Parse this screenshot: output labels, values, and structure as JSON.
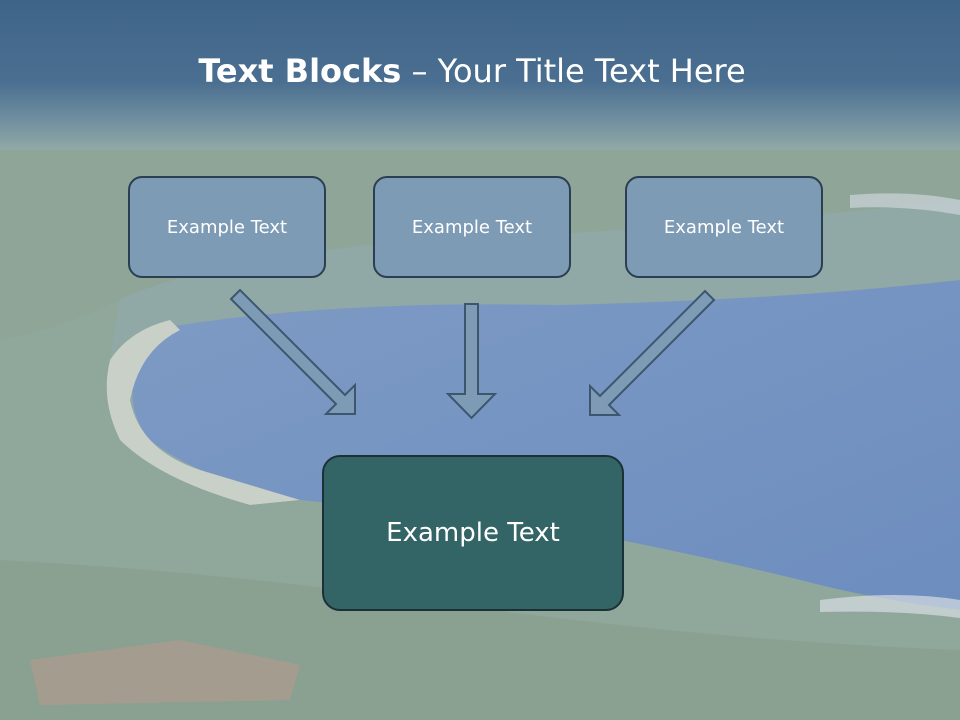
{
  "slide": {
    "title_bold": "Text Blocks",
    "title_rest": " – Your Title Text Here"
  },
  "diagram": {
    "top_boxes": [
      "Example Text",
      "Example Text",
      "Example Text"
    ],
    "bottom_box": "Example Text"
  },
  "colors": {
    "title_bar": "#3e6488",
    "top_box_fill": "#7d9bb5",
    "bottom_box_fill": "#336466",
    "arrow_fill": "#7d9bb5"
  }
}
